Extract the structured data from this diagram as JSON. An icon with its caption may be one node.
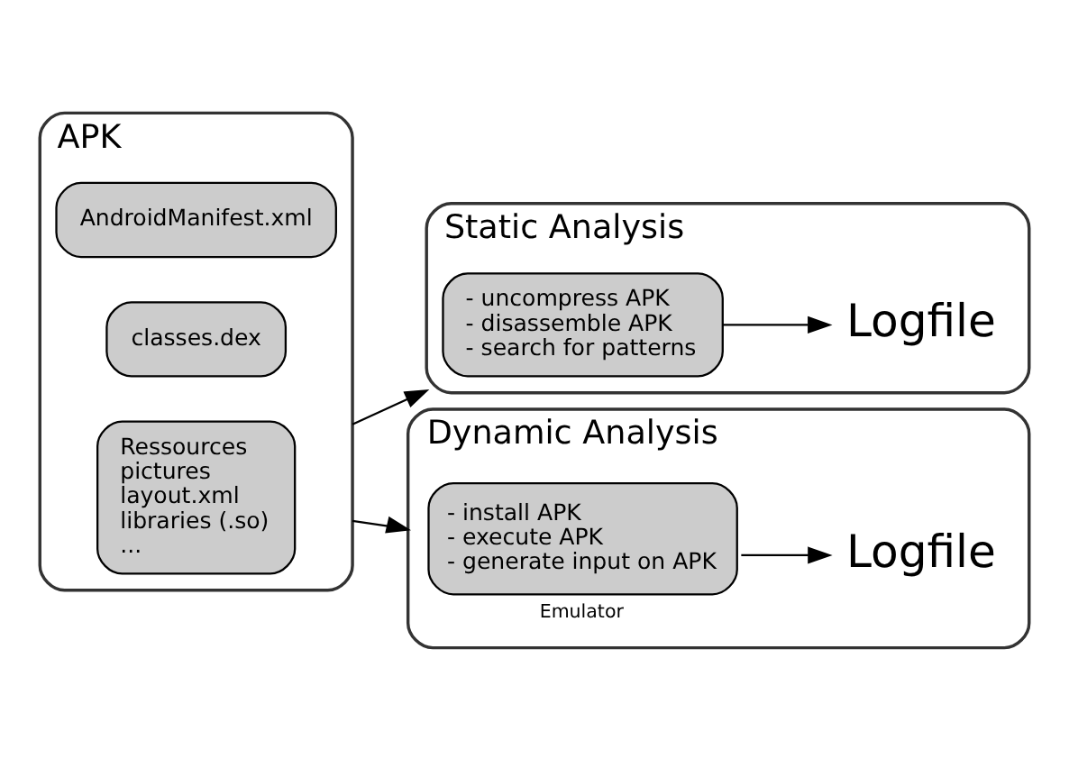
{
  "diagram": {
    "nodes": [
      {
        "text": [
          "APK"
        ]
      },
      {
        "text": [
          "AndroidManifest.xml"
        ],
        "in": 0
      },
      {
        "text": [
          "classes.dex"
        ],
        "in": 0
      },
      {
        "text": [
          "Ressources",
          "pictures",
          "layout.xml",
          "libraries (.so)",
          "..."
        ],
        "in": 0
      },
      {
        "text": [
          "Static Analysis"
        ]
      },
      {
        "text": [
          "- uncompress APK",
          "- disassemble APK",
          "- search for patterns"
        ],
        "in": 4
      },
      {
        "text": [
          "Logfile"
        ],
        "in": 4
      },
      {
        "text": [
          "Dynamic Analysis"
        ]
      },
      {
        "text": [
          "- install APK",
          "- execute APK",
          "- generate input on APK"
        ],
        "in": 7,
        "beside": [
          "Emulator"
        ]
      },
      {
        "text": [
          "Logfile"
        ],
        "in": 7
      }
    ],
    "edges": [
      {
        "from": 0,
        "to": 4,
        "arrow": "to"
      },
      {
        "from": 0,
        "to": 7,
        "arrow": "to"
      },
      {
        "from": 5,
        "to": 6,
        "arrow": "to"
      },
      {
        "from": 8,
        "to": 9,
        "arrow": "to"
      }
    ]
  }
}
